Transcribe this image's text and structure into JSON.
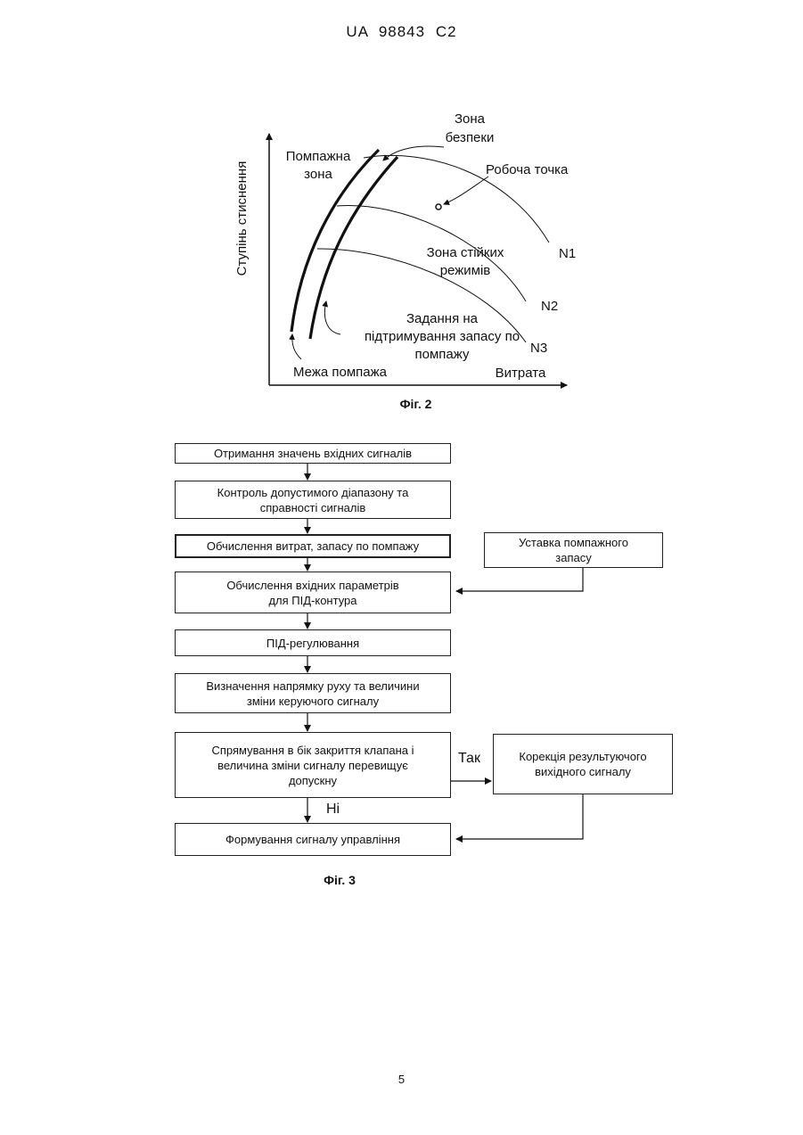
{
  "header": {
    "patent_number": "UA   98843   C2"
  },
  "figure2": {
    "caption": "Фіг. 2",
    "y_axis_label": "Ступінь стиснення",
    "x_axis_label": "Витрата",
    "labels": {
      "surge_zone": "Помпажна\nзона",
      "safety_zone": "Зона\nбезпеки",
      "operating_point": "Робоча точка",
      "stable_zone": "Зона стійких\nрежимів",
      "n1": "N1",
      "n2": "N2",
      "n3": "N3",
      "setpoint": "Задання на\nпідтримування запасу по\nпомпажу",
      "surge_limit": "Межа помпажа"
    }
  },
  "figure3": {
    "caption": "Фіг. 3",
    "boxes": {
      "b1": "Отримання значень вхідних сигналів",
      "b2": "Контроль допустимого діапазону та\nсправності сигналів",
      "b3": "Обчислення витрат, запасу по помпажу",
      "b4": "Уставка помпажного\nзапасу",
      "b5": "Обчислення вхідних параметрів\nдля ПІД-контура",
      "b6": "ПІД-регулювання",
      "b7": "Визначення напрямку руху та величини\nзміни керуючого сигналу",
      "b8": "Спрямування в бік закриття клапана і\nвеличина зміни сигналу перевищує\nдопускну",
      "b9": "Корекція результуючого\nвихідного сигналу",
      "b10": "Формування сигналу управління"
    },
    "yes_label": "Так",
    "no_label": "Ні"
  },
  "page_number": "5"
}
